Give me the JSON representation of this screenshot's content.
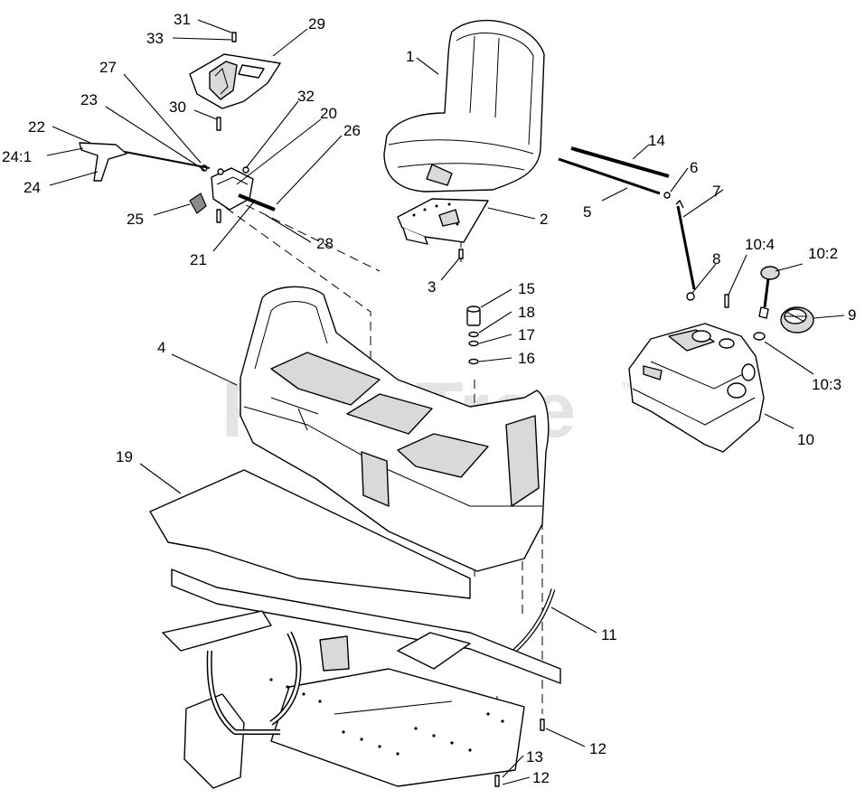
{
  "watermark": {
    "text": "PartsTree",
    "trademark": "TM"
  },
  "callouts": [
    {
      "id": "c31",
      "label": "31"
    },
    {
      "id": "c33",
      "label": "33"
    },
    {
      "id": "c29",
      "label": "29"
    },
    {
      "id": "c27",
      "label": "27"
    },
    {
      "id": "c23",
      "label": "23"
    },
    {
      "id": "c30",
      "label": "30"
    },
    {
      "id": "c32",
      "label": "32"
    },
    {
      "id": "c20",
      "label": "20"
    },
    {
      "id": "c26",
      "label": "26"
    },
    {
      "id": "c22",
      "label": "22"
    },
    {
      "id": "c24-1",
      "label": "24:1"
    },
    {
      "id": "c24",
      "label": "24"
    },
    {
      "id": "c25",
      "label": "25"
    },
    {
      "id": "c21",
      "label": "21"
    },
    {
      "id": "c28",
      "label": "28"
    },
    {
      "id": "c1",
      "label": "1"
    },
    {
      "id": "c2",
      "label": "2"
    },
    {
      "id": "c3",
      "label": "3"
    },
    {
      "id": "c14",
      "label": "14"
    },
    {
      "id": "c6",
      "label": "6"
    },
    {
      "id": "c5",
      "label": "5"
    },
    {
      "id": "c7",
      "label": "7"
    },
    {
      "id": "c8",
      "label": "8"
    },
    {
      "id": "c10-4",
      "label": "10:4"
    },
    {
      "id": "c10-2",
      "label": "10:2"
    },
    {
      "id": "c9",
      "label": "9"
    },
    {
      "id": "c10-3",
      "label": "10:3"
    },
    {
      "id": "c10",
      "label": "10"
    },
    {
      "id": "c15",
      "label": "15"
    },
    {
      "id": "c18",
      "label": "18"
    },
    {
      "id": "c17",
      "label": "17"
    },
    {
      "id": "c16",
      "label": "16"
    },
    {
      "id": "c4",
      "label": "4"
    },
    {
      "id": "c19",
      "label": "19"
    },
    {
      "id": "c11",
      "label": "11"
    },
    {
      "id": "c12a",
      "label": "12"
    },
    {
      "id": "c13",
      "label": "13"
    },
    {
      "id": "c12b",
      "label": "12"
    }
  ]
}
